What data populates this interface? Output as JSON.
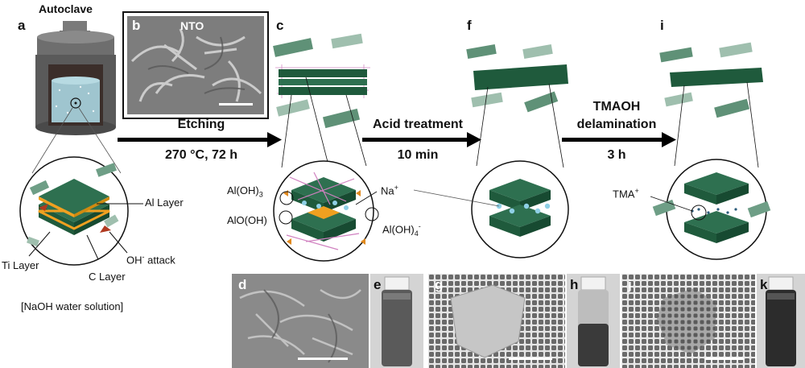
{
  "labels": {
    "autoclave": "Autoclave",
    "naoh": "[NaOH water solution]",
    "nto": "NTO",
    "al_layer": "Al Layer",
    "ti_layer": "Ti Layer",
    "c_layer": "C Layer",
    "oh_attack_base": "OH",
    "oh_attack_sup": "-",
    "oh_attack_tail": " attack",
    "aloh3_base": "Al(OH)",
    "aloh3_sub": "3",
    "aloooh": "AlO(OH)",
    "na_base": "Na",
    "na_sup": "+",
    "aloh4_base": "Al(OH)",
    "aloh4_sub": "4",
    "aloh4_sup": "-",
    "tma_base": "TMA",
    "tma_sup": "+"
  },
  "steps": {
    "etching_title": "Etching",
    "etching_cond": "270 °C, 72 h",
    "acid_title": "Acid treatment",
    "acid_cond": "10 min",
    "tmaoh_title1": "TMAOH",
    "tmaoh_title2": "delamination",
    "tmaoh_cond": "3 h"
  },
  "panels": [
    "a",
    "b",
    "c",
    "f",
    "i",
    "d",
    "e",
    "g",
    "h",
    "j",
    "k"
  ],
  "colors": {
    "layer_green": "#1f5a3c",
    "flake_green": "#5f9177",
    "flake_light": "#9fbfae",
    "al_orange": "#f0a020",
    "na_blue": "#8fd0e6",
    "fiber_pink": "#d080c0",
    "arrow": "#000000"
  }
}
